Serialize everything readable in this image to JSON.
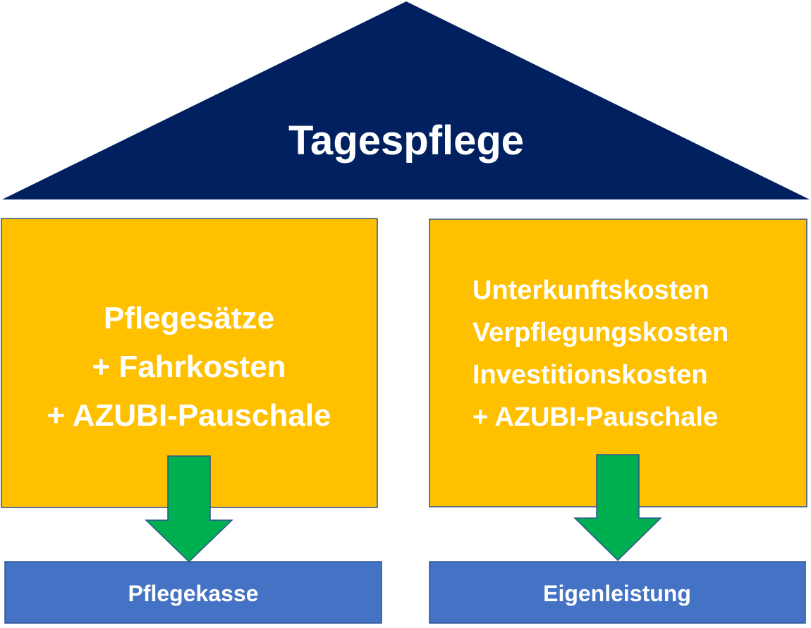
{
  "roof": {
    "title": "Tagespflege",
    "color": "#002060"
  },
  "left_box": {
    "lines": [
      "Pflegesätze",
      "+ Fahrkosten",
      "+ AZUBI-Pauschale"
    ],
    "color": "#FFC000"
  },
  "right_box": {
    "lines": [
      "Unterkunftskosten",
      "Verpflegungskosten",
      "Investitionskosten",
      "+ AZUBI-Pauschale"
    ],
    "color": "#FFC000"
  },
  "arrow_color": "#00B050",
  "left_target": {
    "label": "Pflegekasse",
    "color": "#4472C4"
  },
  "right_target": {
    "label": "Eigenleistung",
    "color": "#4472C4"
  }
}
